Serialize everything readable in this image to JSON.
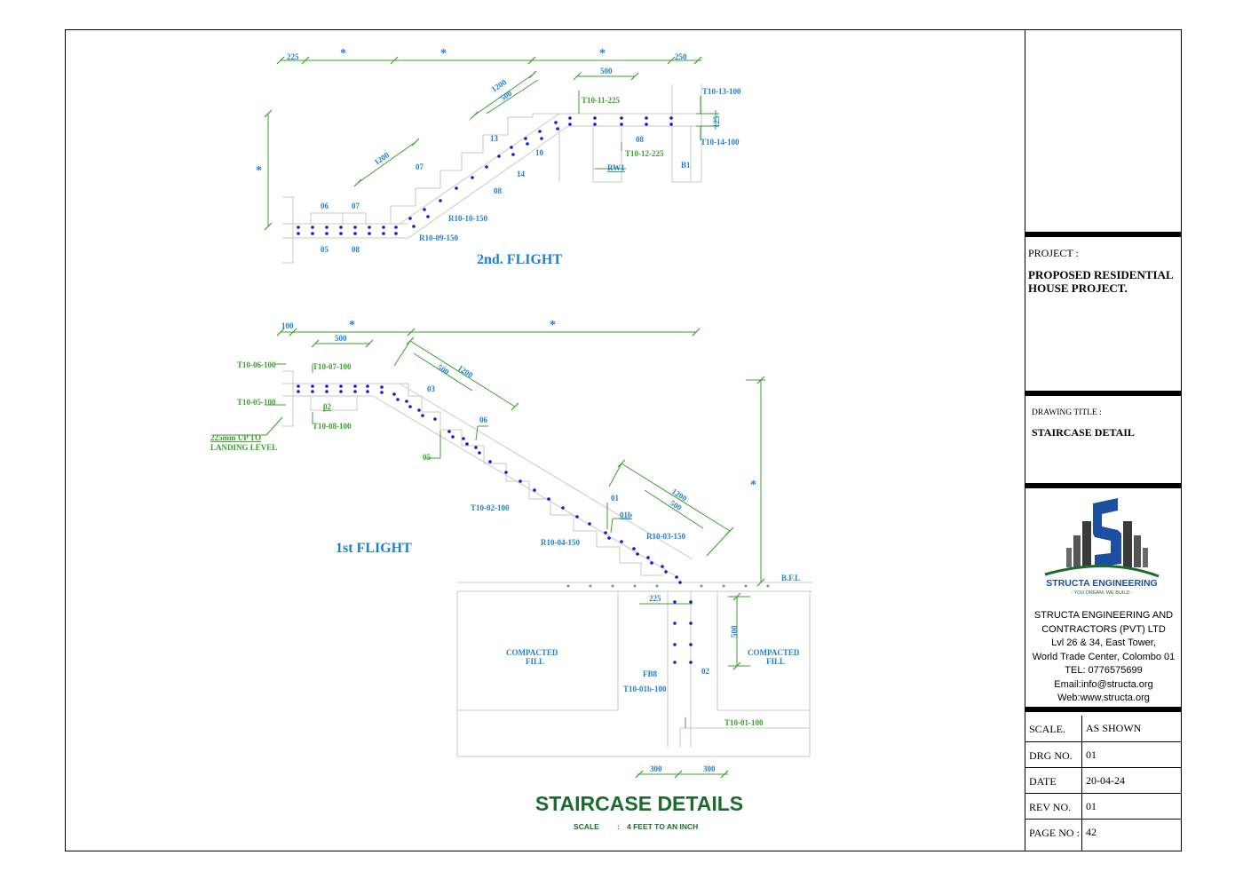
{
  "drawing": {
    "main_title": "STAIRCASE DETAILS",
    "scale_label": "SCALE",
    "scale_sep": ":",
    "scale_value": "4 FEET TO AN INCH",
    "second_flight": {
      "title": "2nd. FLIGHT",
      "dims": [
        "225",
        "*",
        "*",
        "*",
        "250",
        "500",
        "1200",
        "500",
        "1200",
        "*",
        "125"
      ],
      "labels": [
        "T10-11-225",
        "T10-13-100",
        "T10-14-100",
        "T10-12-225",
        "RW1",
        "B1",
        "13",
        "10",
        "14",
        "08",
        "07",
        "08",
        "06",
        "07",
        "05",
        "08",
        "R10-10-150",
        "R10-09-150"
      ]
    },
    "first_flight": {
      "title": "1st FLIGHT",
      "dims": [
        "100",
        "*",
        "*",
        "500",
        "500",
        "1200",
        "1200",
        "500",
        "*",
        "500",
        "225",
        "300",
        "300"
      ],
      "labels": [
        "T10-06-100",
        "T10-07-100",
        "T10-05-100",
        "02",
        "T10-08-100",
        "225mm UP TO",
        "LANDING LEVEL",
        "03",
        "06",
        "05",
        "01",
        "01b",
        "T10-02-100",
        "R10-04-150",
        "R10-03-150",
        "B.F.L",
        "COMPACTED",
        "FILL",
        "COMPACTED",
        "FILL",
        "FB8",
        "T10-01b-100",
        "02",
        "T10-01-100"
      ]
    }
  },
  "title_block": {
    "project_label": "PROJECT :",
    "project_line1": "PROPOSED RESIDENTIAL",
    "project_line2": "HOUSE PROJECT.",
    "drawing_title_label": "DRAWING TITLE :",
    "drawing_title": "STAIRCASE DETAIL",
    "logo_name": "STRUCTA ENGINEERING",
    "logo_tagline": "- YOU DREAM, WE BUILD -",
    "company_lines": [
      "STRUCTA ENGINEERING AND",
      "CONTRACTORS  (PVT) LTD",
      "Lvl 26 & 34, East Tower,",
      "World Trade Center, Colombo 01",
      "TEL: 0776575699",
      "Email:info@structa.org",
      "Web:www.structa.org"
    ],
    "meta": [
      {
        "key": "SCALE.",
        "value": "AS SHOWN"
      },
      {
        "key": "DRG NO.",
        "value": "01"
      },
      {
        "key": "DATE",
        "value": "20-04-24"
      },
      {
        "key": "REV NO.",
        "value": "01"
      },
      {
        "key": "PAGE NO :",
        "value": "42"
      }
    ]
  },
  "colors": {
    "dim": "#3aa02a",
    "label": "#1e7fd0",
    "rebar": "#1a1acc",
    "line": "#c8c8c8",
    "title": "#1b6b2f"
  }
}
